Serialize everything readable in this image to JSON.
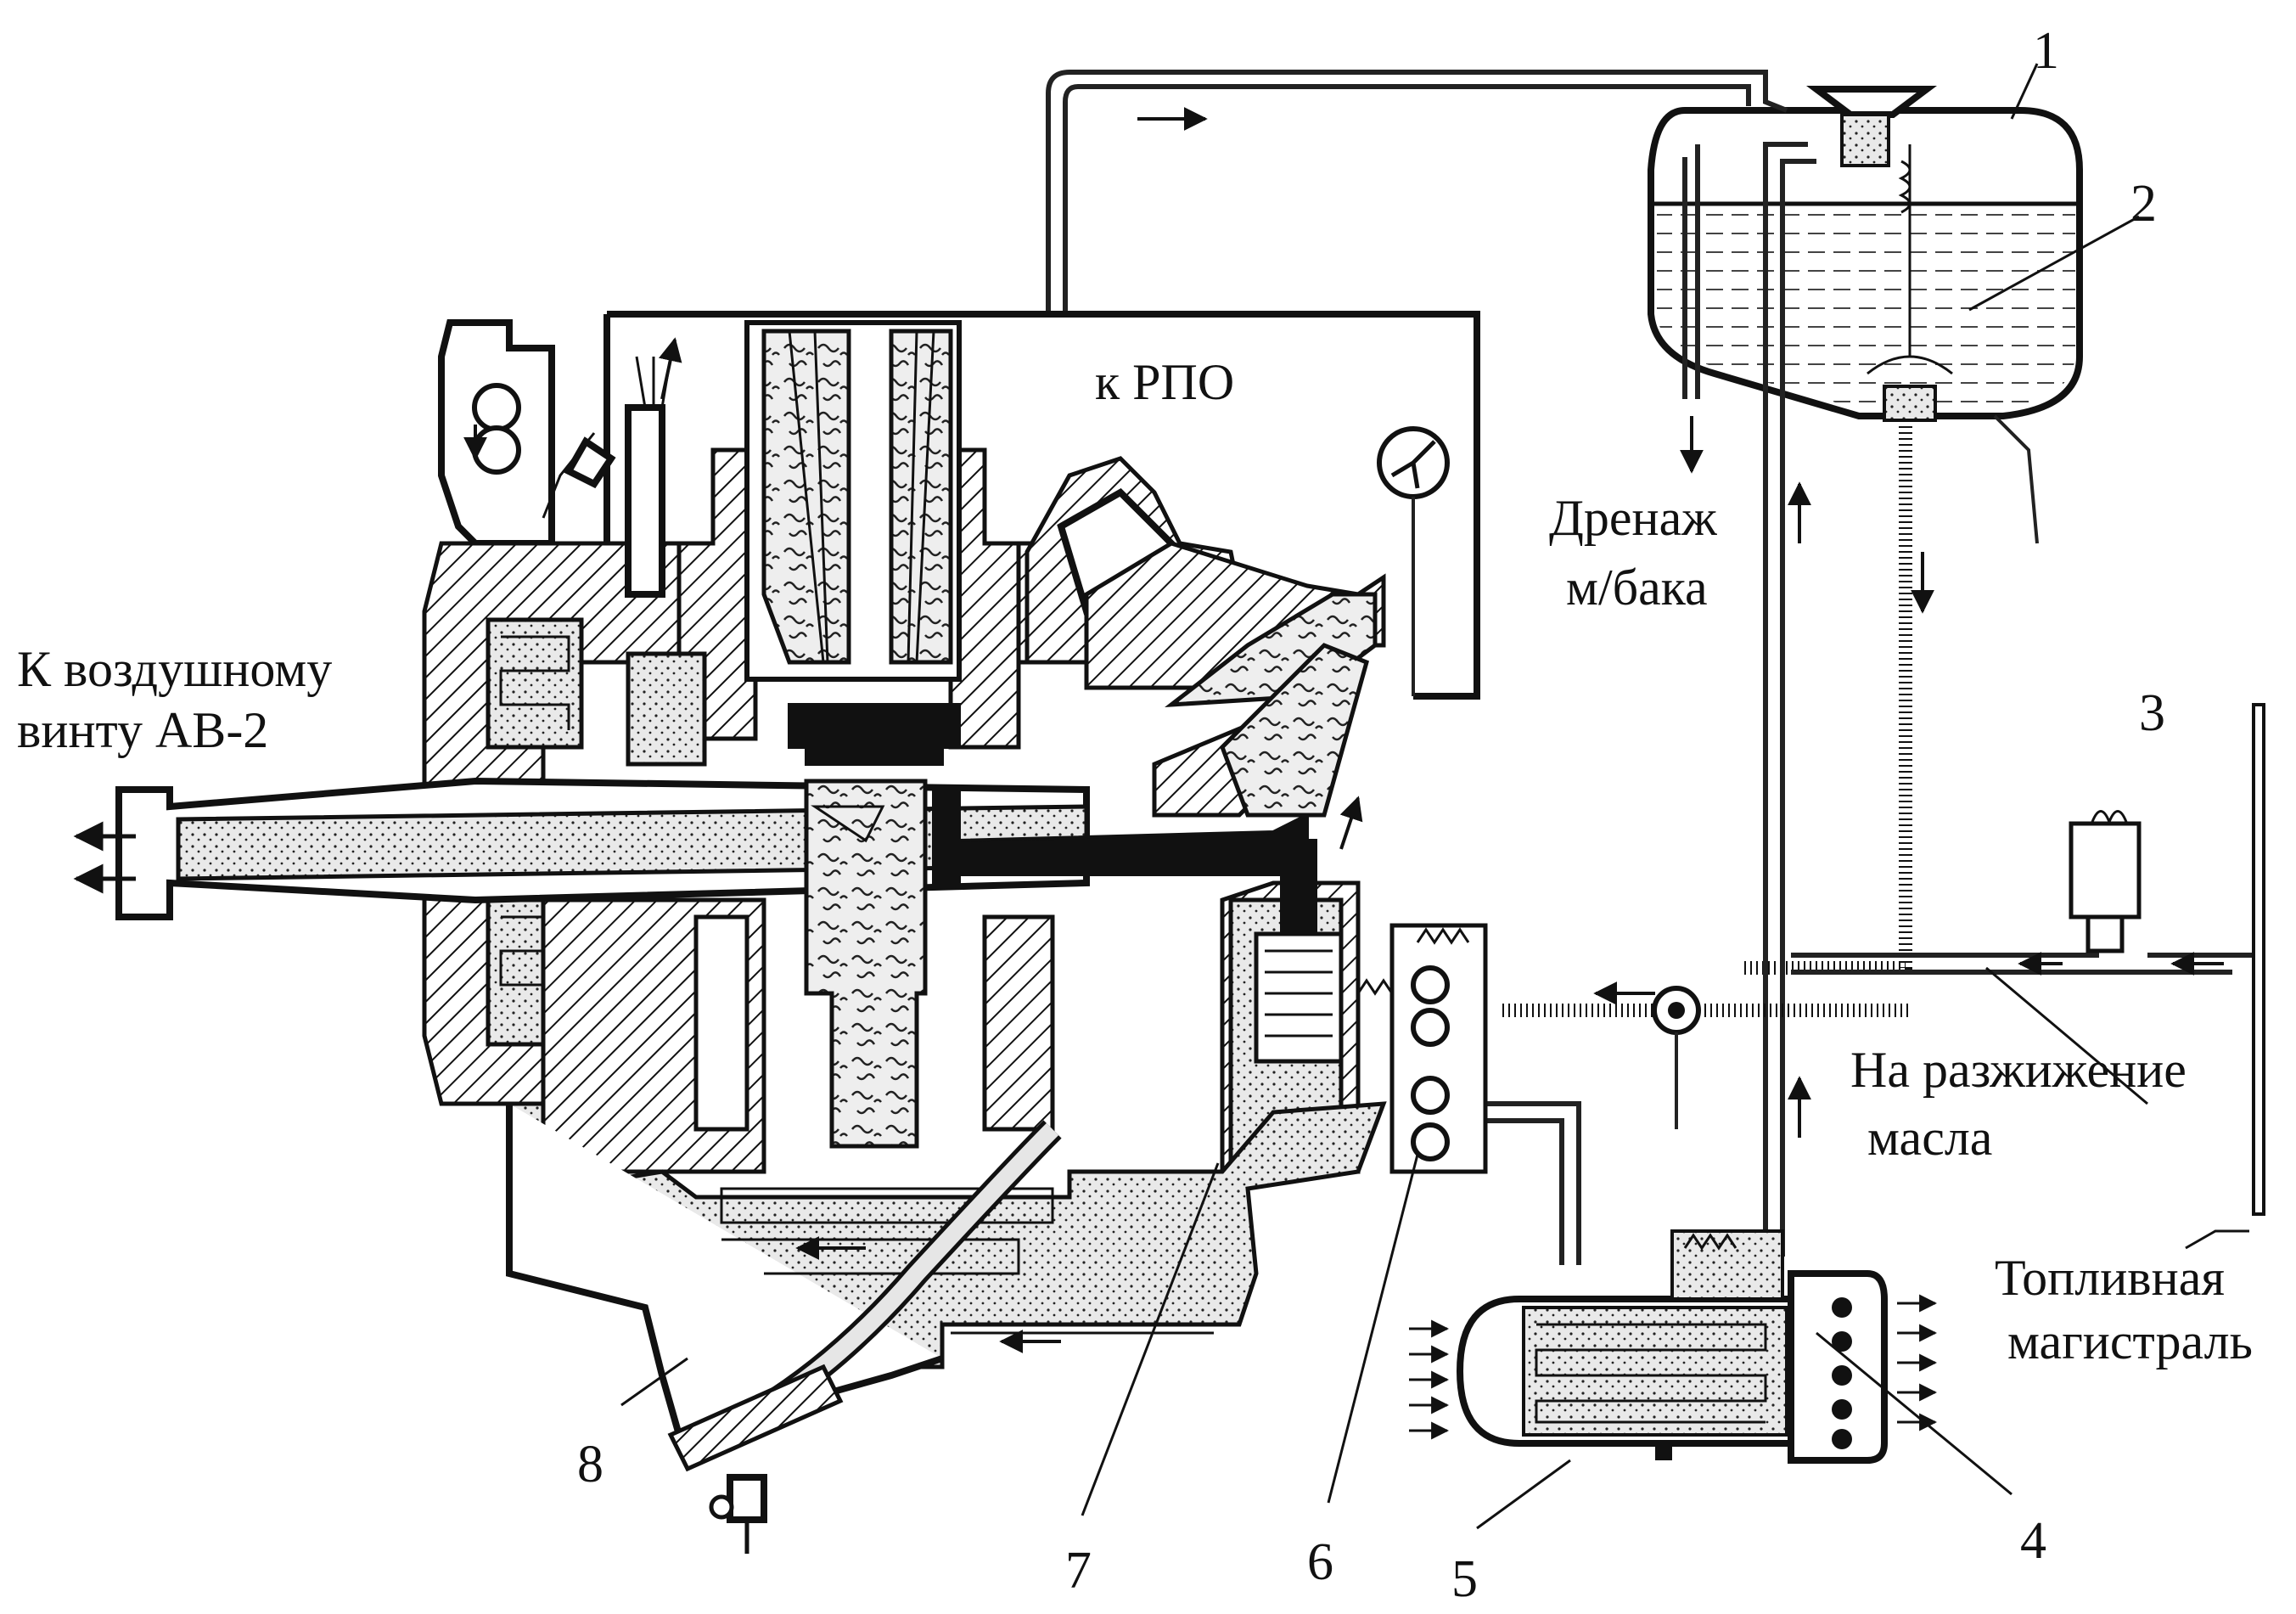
{
  "labels": {
    "propeller_line1": "К воздушному",
    "propeller_line2": "винту АВ-2",
    "rpo": "к РПО",
    "drain_line1": "Дренаж",
    "drain_line2": "м/бака",
    "dilution_line1": "На разжижение",
    "dilution_line2": "масла",
    "fuel_line1": "Топливная",
    "fuel_line2": "магистраль"
  },
  "numbers": {
    "n1": "1",
    "n2": "2",
    "n3": "3",
    "n4": "4",
    "n5": "5",
    "n6": "6",
    "n7": "7",
    "n8": "8"
  }
}
